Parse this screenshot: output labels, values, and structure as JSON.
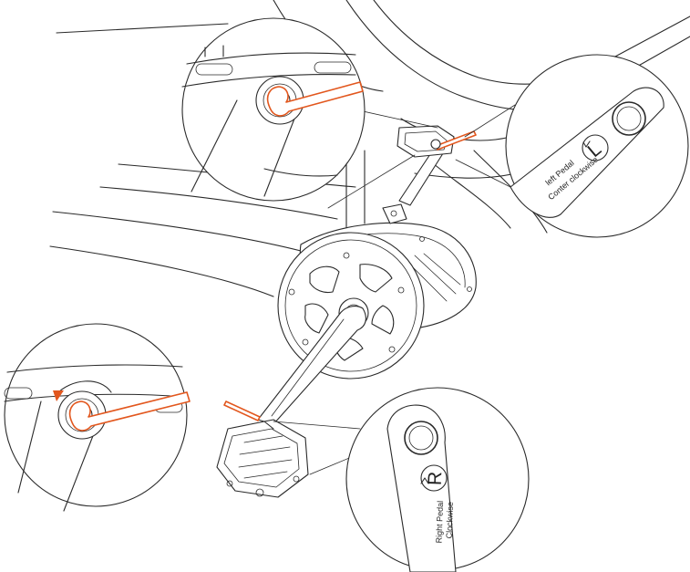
{
  "colors": {
    "line": "#2a2a2a",
    "accent": "#e2571e",
    "background": "#ffffff"
  },
  "left_pedal": {
    "line1": "left Pedal",
    "line2": "Conter clockwise",
    "letter": "L"
  },
  "right_pedal": {
    "line1": "Right Pedal",
    "line2": "Clockwise",
    "letter": "R"
  },
  "icons": [
    "hex-wrench-icon",
    "rotation-arrow-icon",
    "pedal-icon"
  ]
}
